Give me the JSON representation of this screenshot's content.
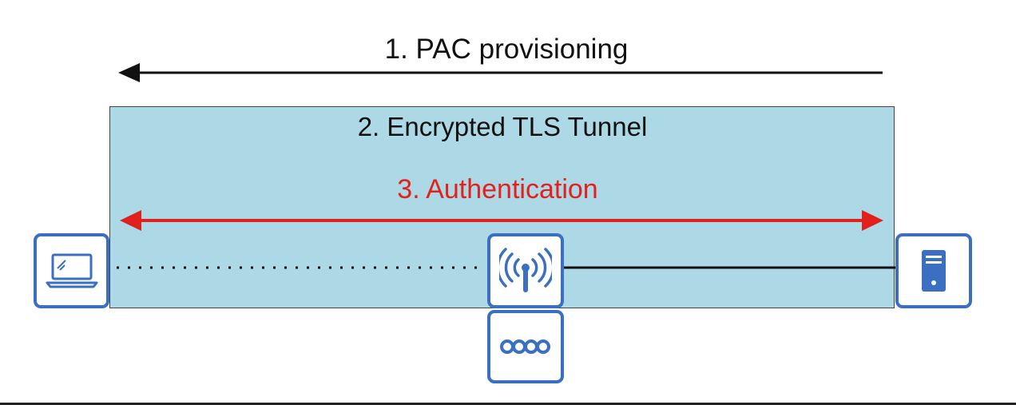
{
  "steps": {
    "pac_provisioning": "1. PAC provisioning",
    "tls_tunnel": "2. Encrypted TLS Tunnel",
    "authentication": "3. Authentication"
  },
  "colors": {
    "tunnel_fill": "#add8e6",
    "auth_red": "#e3211c",
    "device_blue": "#3b6fc2",
    "line_black": "#111111"
  },
  "icons": {
    "client": "laptop-icon",
    "access_point": "wireless-access-point-icon",
    "network": "network-switch-icon",
    "auth_server": "server-icon"
  }
}
